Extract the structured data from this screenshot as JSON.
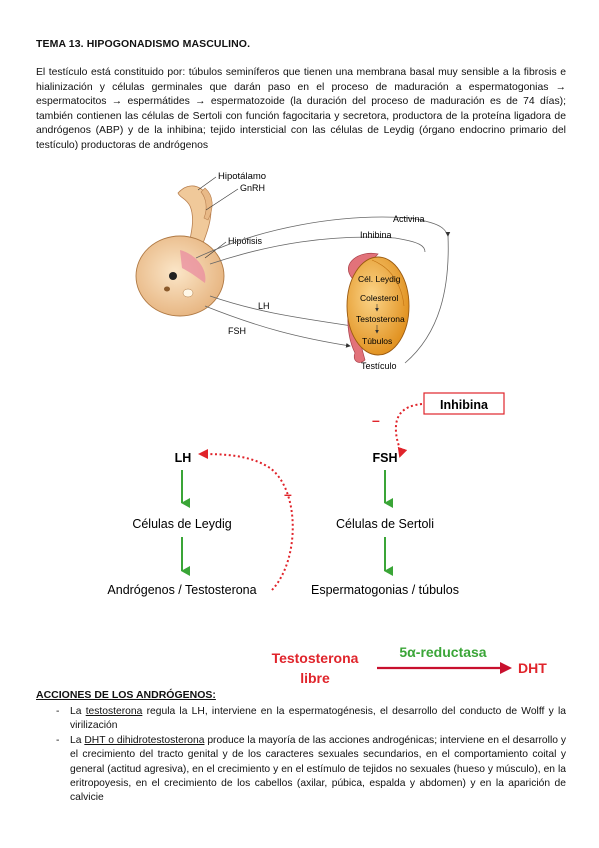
{
  "title": "TEMA 13. HIPOGONADISMO MASCULINO.",
  "intro": "El testículo está constituido por: túbulos seminíferos que tienen una membrana basal muy sensible a la fibrosis e hialinización y células germinales que darán paso en el proceso de maduración a espermatogonias → espermatocitos → espermátides → espermatozoide (la duración del proceso de maduración es de 74 días); también contienen las células de Sertoli con función fagocitaria y secretora, productora de la proteína ligadora de andrógenos (ABP) y de la inhibina; tejido intersticial con las células de Leydig (órgano endocrino primario del testículo) productoras de andrógenos",
  "anatomy": {
    "hipotalamo": "Hipotálamo",
    "gnrh": "GnRH",
    "hipofisis": "Hipófisis",
    "activina": "Activina",
    "inhibina": "Inhibina",
    "lh": "LH",
    "fsh": "FSH",
    "cel_leydig": "Cél. Leydig",
    "colesterol": "Colesterol",
    "testosterona": "Testosterona",
    "tubulos": "Túbulos",
    "testiculo": "Testículo"
  },
  "flow": {
    "inhibina": "Inhibina",
    "lh": "LH",
    "fsh": "FSH",
    "leydig": "Células de Leydig",
    "sertoli": "Células de Sertoli",
    "androgenos": "Andrógenos / Testosterona",
    "espermatogonias": "Espermatogonias / túbulos",
    "minus": "–"
  },
  "conversion": {
    "source_line1": "Testosterona",
    "source_line2": "libre",
    "enzyme": "5α-reductasa",
    "product": "DHT"
  },
  "actions_title": "ACCIONES DE LOS ANDRÓGENOS:",
  "actions": [
    {
      "dash": "-",
      "pre": "La ",
      "term": "testosterona",
      "text": " regula la LH, interviene en la espermatogénesis, el desarrollo del conducto de Wolff y la virilización"
    },
    {
      "dash": "-",
      "pre": "La ",
      "term": "DHT o dihidrotestosterona",
      "text": " produce la mayoría de las acciones androgénicas; interviene en el desarrollo y el crecimiento del tracto genital y de los caracteres sexuales secundarios, en el comportamiento coital y general (actitud agresiva), en el crecimiento y en el estímulo de tejidos no sexuales (hueso y músculo), en la eritropoyesis, en el crecimiento de los cabellos (axilar, púbica, espalda y abdomen) y en la aparición de calvicie"
    }
  ],
  "colors": {
    "green": "#3aa537",
    "red": "#e0242b",
    "pituitary": "#f2cfa2",
    "testis": "#f1a62c",
    "epididymis": "#e2727a"
  }
}
